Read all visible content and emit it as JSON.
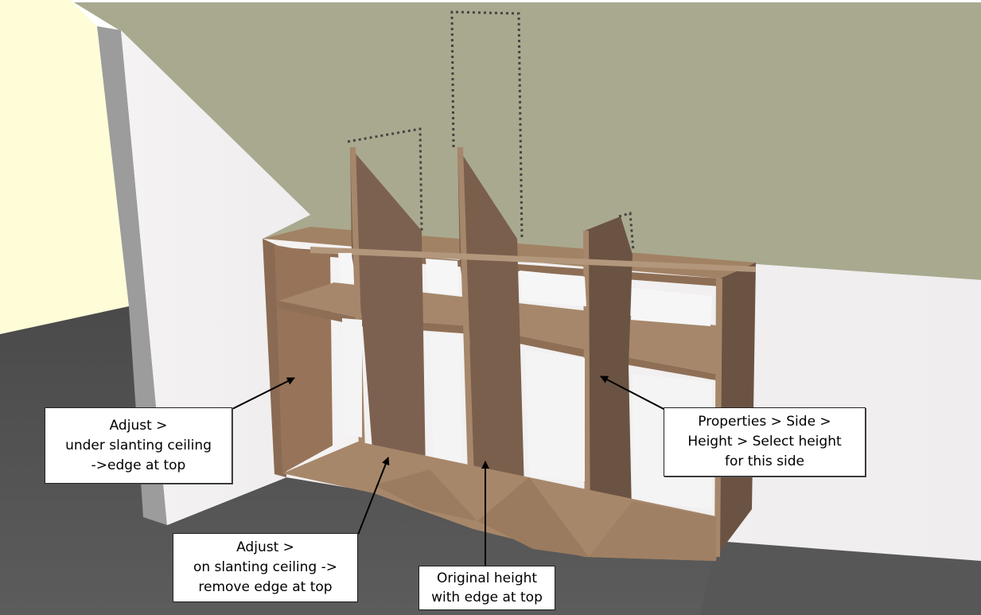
{
  "scene": {
    "description": "3D render of a shelving unit under a slanting ceiling, with dotted outlines showing original side heights",
    "colors": {
      "ceiling": "#a9a98f",
      "left_wall": "#fefdd8",
      "back_wall": "#f1efef",
      "wall_pillar_shadow": "#9a9a9a",
      "floor": "#555555",
      "wood_light": "#a07e62",
      "wood_mid": "#8a6a52",
      "wood_dark": "#6b5343",
      "dotted_outline": "#444444",
      "callout_border": "#222222"
    },
    "shelf_unit": {
      "columns": 4,
      "rows": 3,
      "sides": [
        {
          "id": "left-outer",
          "treatment": "under slanting ceiling, edge at top"
        },
        {
          "id": "divider-1",
          "treatment": "on slanting ceiling, edge removed at top"
        },
        {
          "id": "divider-2",
          "treatment": "original height with edge at top (tall dotted outline)"
        },
        {
          "id": "divider-3",
          "treatment": "height selected for this side"
        },
        {
          "id": "right-outer",
          "treatment": "standard"
        }
      ]
    }
  },
  "callouts": {
    "under_slanting": {
      "lines": [
        "Adjust >",
        "under slanting ceiling",
        "->edge at top"
      ]
    },
    "properties": {
      "lines": [
        "Properties  > Side >",
        "Height > Select height",
        "for this side"
      ]
    },
    "on_slanting": {
      "lines": [
        "Adjust >",
        "on slanting ceiling ->",
        "remove edge at top"
      ]
    },
    "original": {
      "lines": [
        "Original height",
        "with edge at top"
      ]
    }
  }
}
